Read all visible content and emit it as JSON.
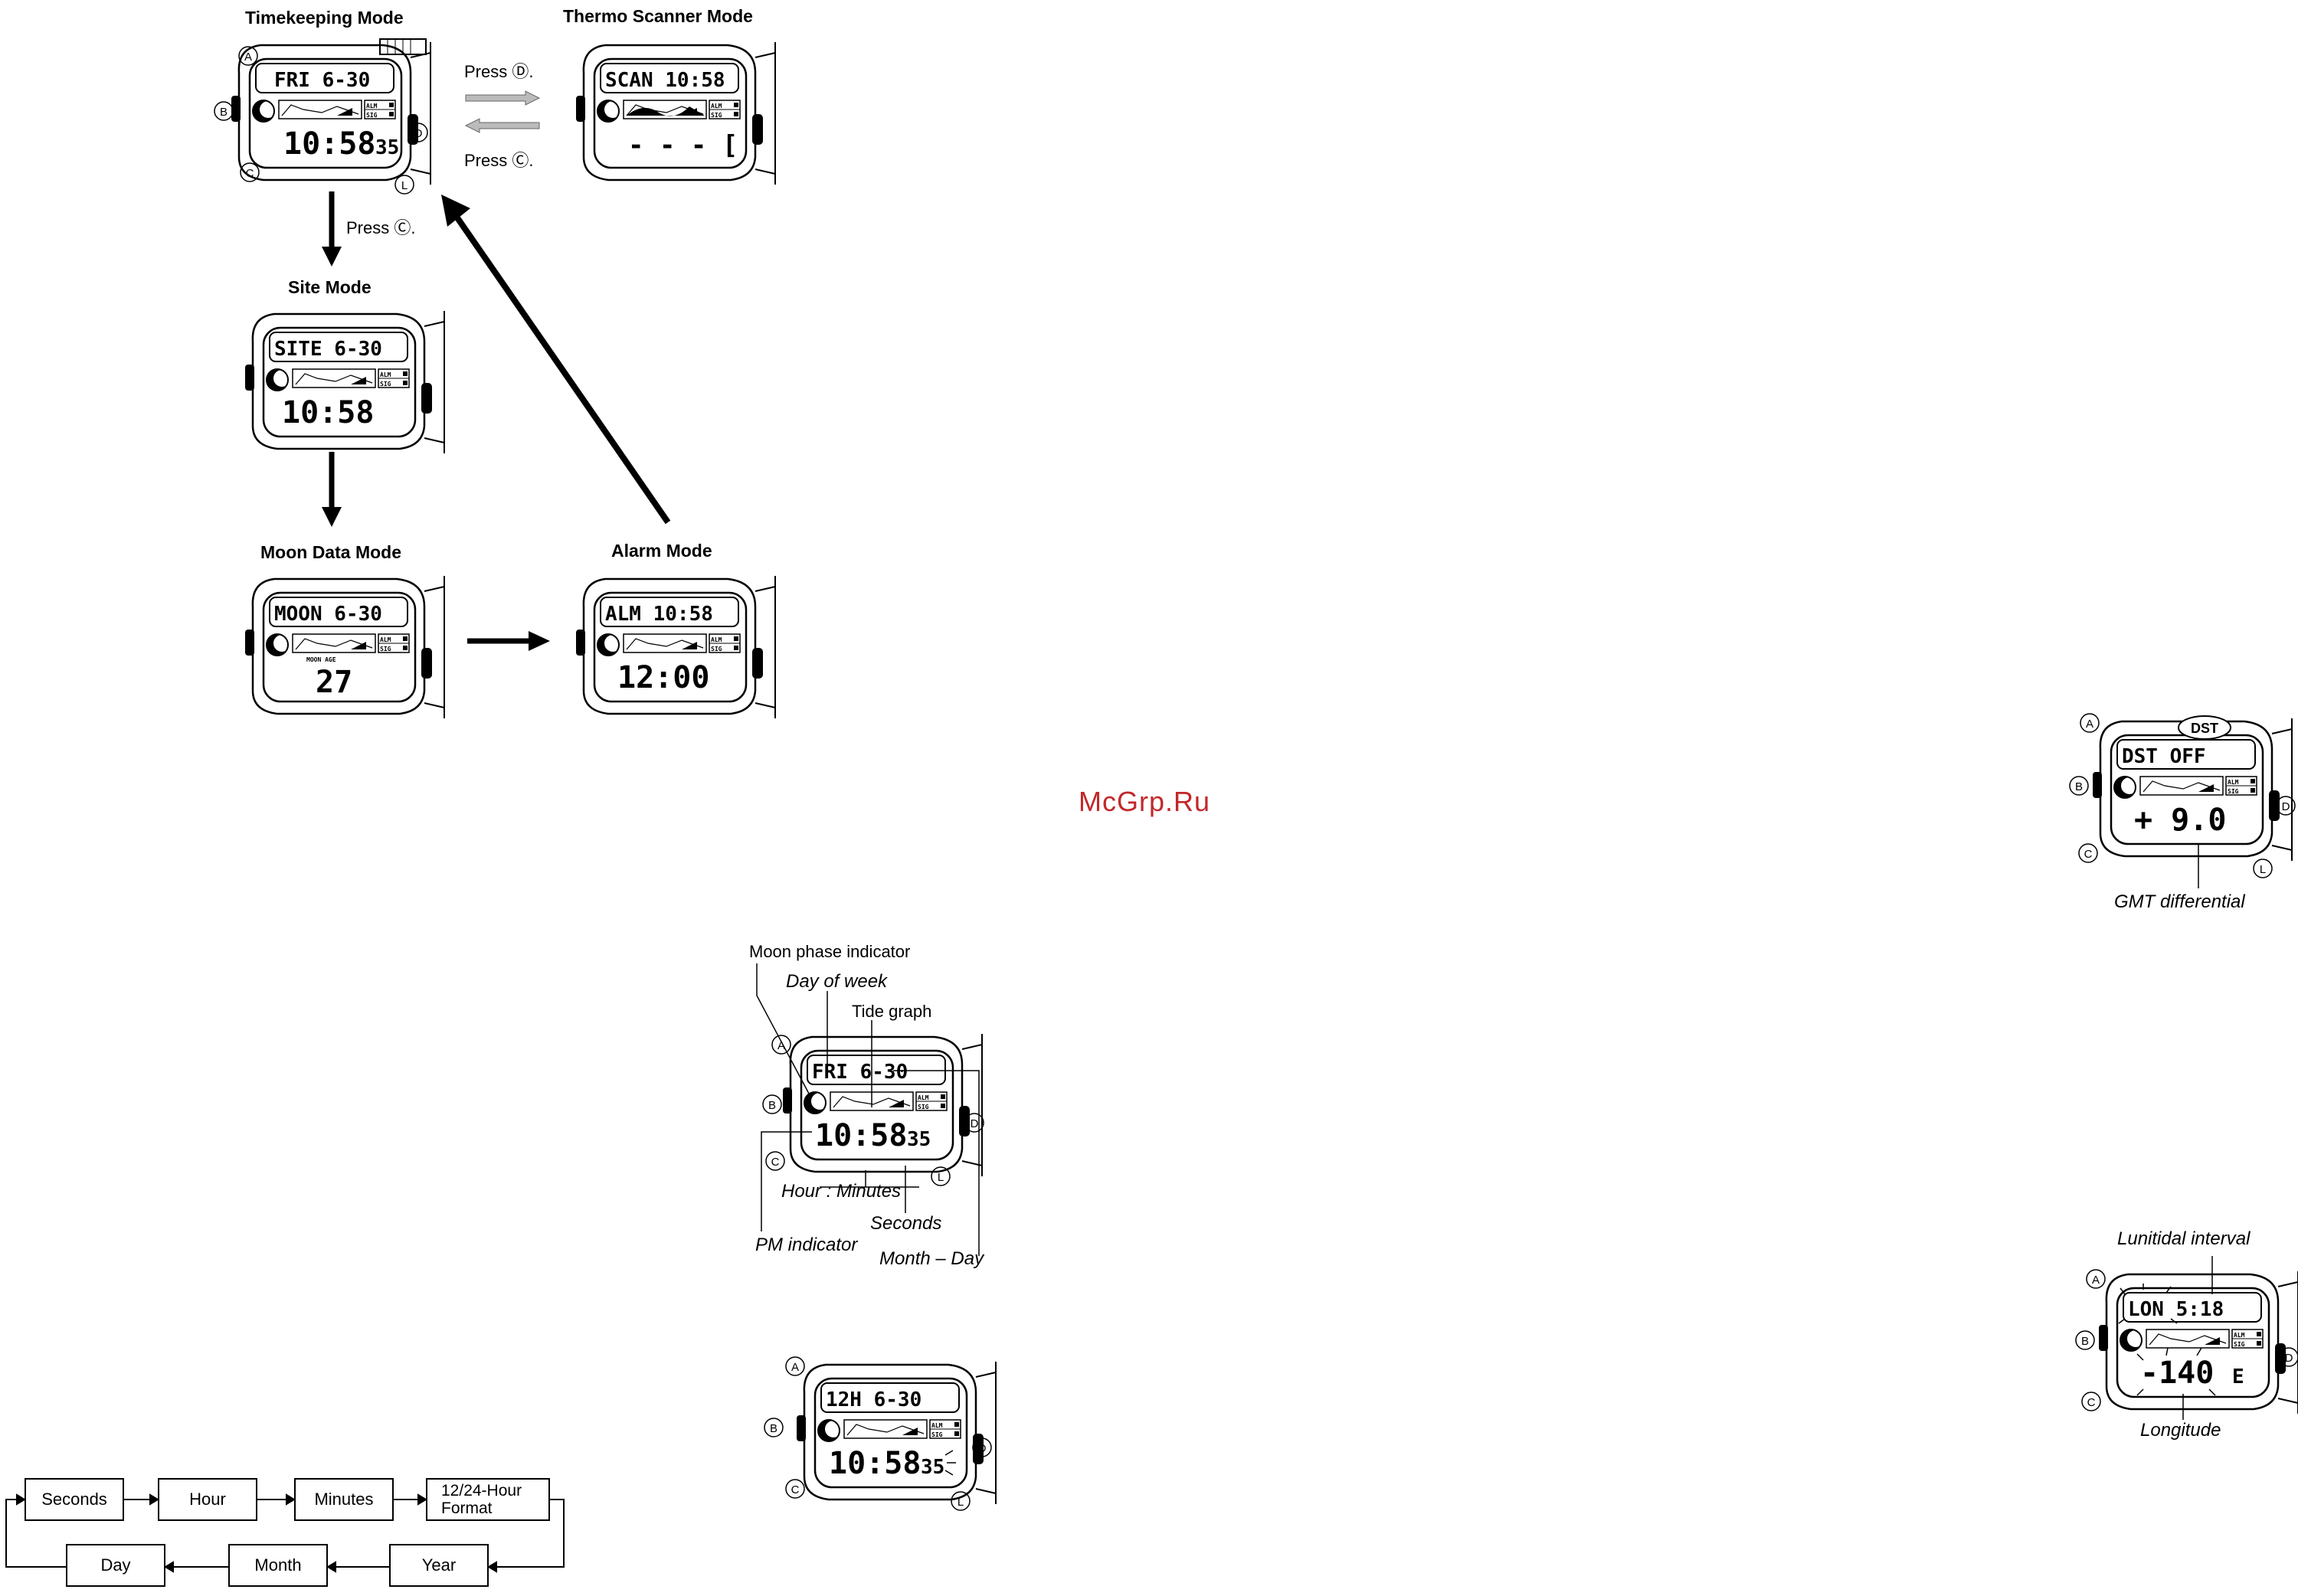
{
  "watermark": "McGrp.Ru",
  "diagram": {
    "modes": {
      "timekeeping": "Timekeeping Mode",
      "thermo": "Thermo Scanner Mode",
      "site": "Site Mode",
      "moon": "Moon Data Mode",
      "alarm": "Alarm Mode"
    },
    "press_d": "Press Ⓓ.",
    "press_c": "Press Ⓒ.",
    "press_c_down": "Press Ⓒ."
  },
  "buttons": {
    "a": "A",
    "b": "B",
    "c": "C",
    "d": "D",
    "l": "L"
  },
  "indicators": {
    "alm": "ALM",
    "sig": "SIG",
    "moon_age": "MOON AGE",
    "dst_badge": "DST"
  },
  "watches": {
    "timekeeping": {
      "top": "FRI  6-30",
      "bottom": "10:58",
      "seconds": "35"
    },
    "thermo": {
      "top": "SCAN 10:58",
      "bottom": "- - - ["
    },
    "site": {
      "top": "SITE 6-30",
      "bottom": "10:58"
    },
    "moon": {
      "top": "MOON 6-30",
      "bottom": "27"
    },
    "alarm": {
      "top": "ALM  10:58",
      "bottom": "12:00"
    },
    "annotated": {
      "top": "FRI  6-30",
      "bottom": "10:58",
      "seconds": "35"
    },
    "setting": {
      "top": "12H  6-30",
      "bottom": "10:58",
      "seconds": "35"
    },
    "dst": {
      "top": "DST  OFF",
      "bottom": "+  9.0"
    },
    "longitude": {
      "top": "LON  5:18",
      "bottom": "-140",
      "suffix": "E"
    }
  },
  "annotations": {
    "moon_phase_indicator": "Moon phase indicator",
    "day_of_week": "Day of week",
    "tide_graph": "Tide graph",
    "hour_minutes": "Hour : Minutes",
    "seconds": "Seconds",
    "pm_indicator": "PM indicator",
    "month_day": "Month – Day",
    "gmt_differential": "GMT differential",
    "lunitidal_interval": "Lunitidal interval",
    "longitude": "Longitude"
  },
  "sequence": {
    "row1": [
      "Seconds",
      "Hour",
      "Minutes",
      "12/24-Hour Format"
    ],
    "row2": [
      "Day",
      "Month",
      "Year"
    ]
  }
}
